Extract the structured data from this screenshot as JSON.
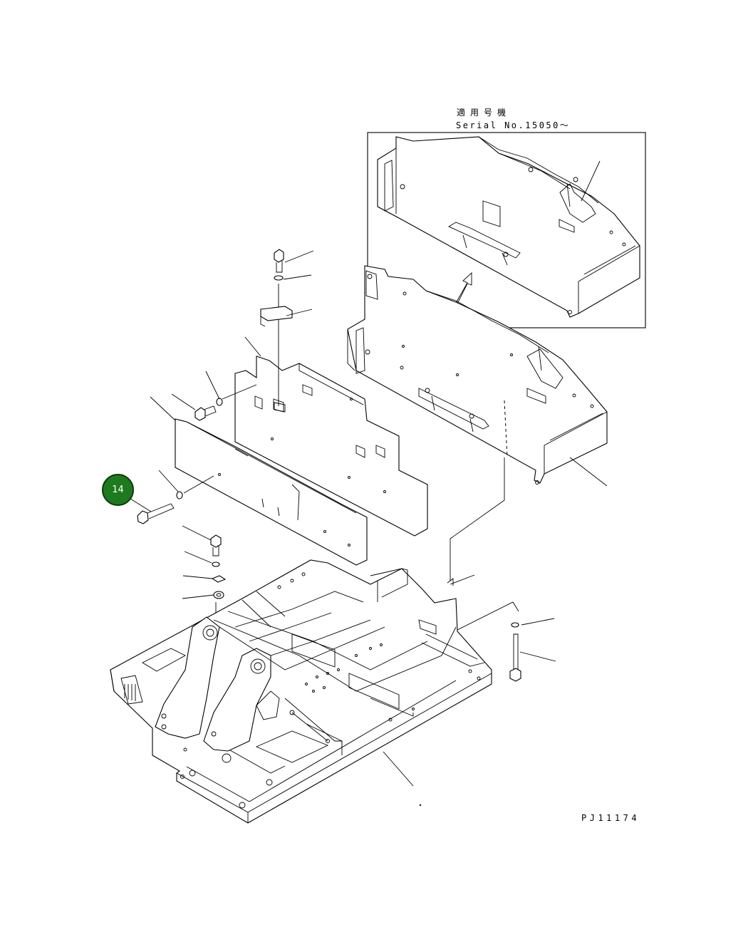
{
  "serial_note": {
    "applicable_label": "適用号機",
    "serial_text": "Serial No.15050～"
  },
  "drawing_code": "PJ11174",
  "callout": {
    "number": "14",
    "color": "#1d7a1d"
  }
}
